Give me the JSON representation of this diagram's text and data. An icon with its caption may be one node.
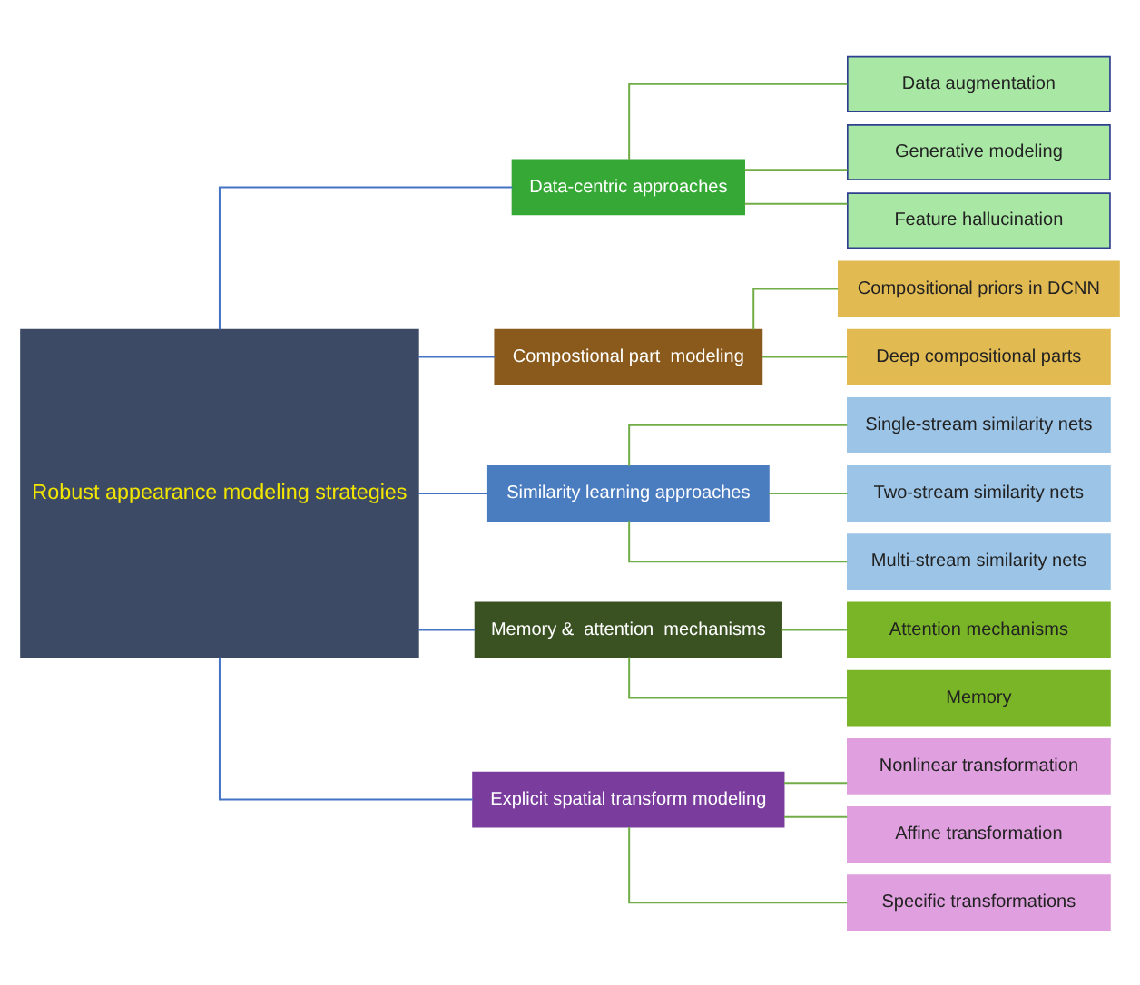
{
  "diagram": {
    "nodes": [
      {
        "text": [
          "Robust appearance modeling strategies"
        ]
      },
      {
        "text": [
          "Data-centric approaches"
        ]
      },
      {
        "text": [
          "Data augmentation"
        ]
      },
      {
        "text": [
          "Generative modeling"
        ]
      },
      {
        "text": [
          "Feature hallucination"
        ]
      },
      {
        "text": [
          "Compostional part  modeling"
        ]
      },
      {
        "text": [
          "Compositional priors in DCNN"
        ]
      },
      {
        "text": [
          "Deep compositional parts"
        ]
      },
      {
        "text": [
          "Similarity learning approaches"
        ]
      },
      {
        "text": [
          "Single-stream similarity nets"
        ]
      },
      {
        "text": [
          "Two-stream similarity nets"
        ]
      },
      {
        "text": [
          "Multi-stream similarity nets"
        ]
      },
      {
        "text": [
          "Memory &  attention  mechanisms"
        ]
      },
      {
        "text": [
          "Attention mechanisms"
        ]
      },
      {
        "text": [
          "Memory"
        ]
      },
      {
        "text": [
          "Explicit spatial transform modeling"
        ]
      },
      {
        "text": [
          "Nonlinear transformation"
        ]
      },
      {
        "text": [
          "Affine transformation"
        ]
      },
      {
        "text": [
          "Specific transformations"
        ]
      }
    ],
    "edges": [
      {
        "from": 0,
        "to": 1,
        "arrow": "none",
        "color": "#4472c4"
      },
      {
        "from": 0,
        "to": 5,
        "arrow": "none",
        "color": "#4472c4"
      },
      {
        "from": 0,
        "to": 8,
        "arrow": "none",
        "color": "#4472c4"
      },
      {
        "from": 0,
        "to": 12,
        "arrow": "none",
        "color": "#4472c4"
      },
      {
        "from": 0,
        "to": 15,
        "arrow": "none",
        "color": "#4472c4"
      },
      {
        "from": 1,
        "to": 2,
        "arrow": "none"
      },
      {
        "from": 1,
        "to": 3,
        "arrow": "none"
      },
      {
        "from": 1,
        "to": 4,
        "arrow": "none"
      },
      {
        "from": 5,
        "to": 6,
        "arrow": "none"
      },
      {
        "from": 5,
        "to": 7,
        "arrow": "none"
      },
      {
        "from": 8,
        "to": 9,
        "arrow": "none"
      },
      {
        "from": 8,
        "to": 10,
        "arrow": "none"
      },
      {
        "from": 8,
        "to": 11,
        "arrow": "none"
      },
      {
        "from": 12,
        "to": 13,
        "arrow": "none"
      },
      {
        "from": 12,
        "to": 14,
        "arrow": "none"
      },
      {
        "from": 15,
        "to": 16,
        "arrow": "none"
      },
      {
        "from": 15,
        "to": 17,
        "arrow": "none"
      },
      {
        "from": 15,
        "to": 18,
        "arrow": "none"
      }
    ]
  }
}
